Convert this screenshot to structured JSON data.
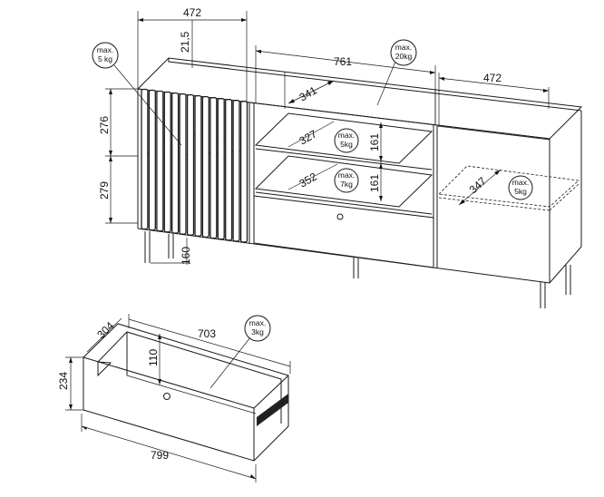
{
  "cabinet": {
    "dims": {
      "top_left_width": "472",
      "top_middle_width": "761",
      "top_right_width": "472",
      "top_thickness": "21,5",
      "upper_height": "276",
      "lower_height": "279",
      "leg_height": "160",
      "shelf_depth_top": "341",
      "shelf_depth_upper": "327",
      "shelf_depth_lower": "352",
      "right_shelf_depth": "347",
      "upper_clear_height": "161",
      "lower_clear_height": "161"
    },
    "load_labels": {
      "left_compartment": [
        "max.",
        "5 kg"
      ],
      "top_surface": [
        "max.",
        "20kg"
      ],
      "middle_upper_shelf": [
        "max.",
        "5kg"
      ],
      "middle_lower_shelf": [
        "max.",
        "7kg"
      ],
      "right_shelf": [
        "max.",
        "5kg"
      ]
    }
  },
  "drawer": {
    "dims": {
      "depth": "304",
      "inner_width": "703",
      "inner_height": "110",
      "front_height": "234",
      "front_width": "799"
    },
    "load_label": [
      "max.",
      "3kg"
    ]
  }
}
